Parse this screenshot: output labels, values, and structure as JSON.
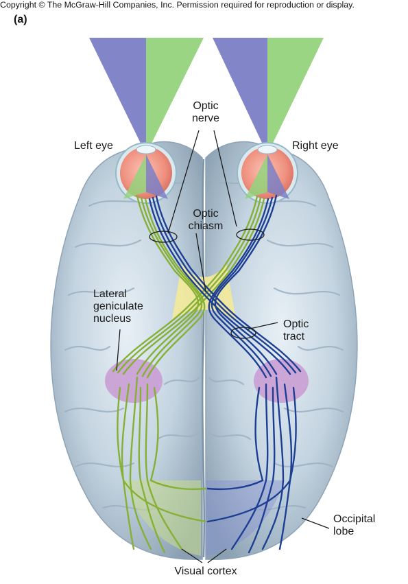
{
  "copyright": "Copyright © The McGraw-Hill Companies, Inc. Permission required for reproduction or display.",
  "panel_label": "(a)",
  "labels": {
    "left_eye": "Left eye",
    "right_eye": "Right eye",
    "optic_nerve_1": "Optic",
    "optic_nerve_2": "nerve",
    "optic_chiasm_1": "Optic",
    "optic_chiasm_2": "chiasm",
    "lgn_1": "Lateral",
    "lgn_2": "geniculate",
    "lgn_3": "nucleus",
    "optic_tract_1": "Optic",
    "optic_tract_2": "tract",
    "occipital_1": "Occipital",
    "occipital_2": "lobe",
    "visual_cortex": "Visual cortex"
  },
  "colors": {
    "left_visual_field": "#7b7fc6",
    "right_visual_field": "#93d37c",
    "green_pathway": "#86b035",
    "blue_pathway": "#1d3f93",
    "lgn": "#c99ad2",
    "chiasm": "#f3ea9a",
    "brain": "#b7c9d6"
  }
}
